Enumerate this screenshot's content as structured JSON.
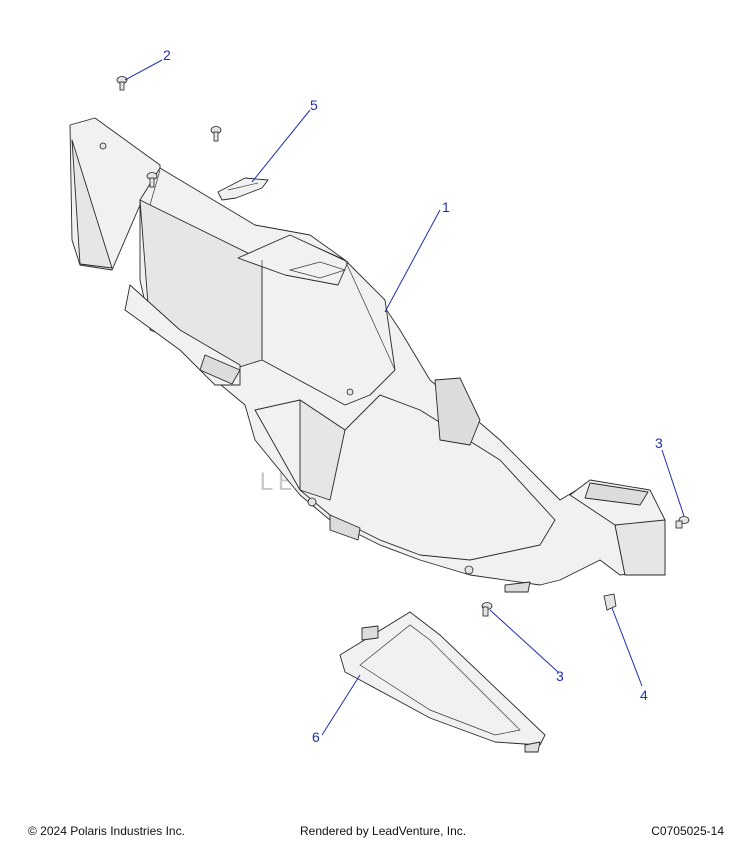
{
  "watermark": "LEADVENTURE",
  "callouts": [
    {
      "id": "1",
      "label": "1"
    },
    {
      "id": "2",
      "label": "2"
    },
    {
      "id": "3a",
      "label": "3"
    },
    {
      "id": "3b",
      "label": "3"
    },
    {
      "id": "4",
      "label": "4"
    },
    {
      "id": "5",
      "label": "5"
    },
    {
      "id": "6",
      "label": "6"
    }
  ],
  "footer": {
    "copyright": "© 2024 Polaris Industries Inc.",
    "rendered_by": "Rendered by LeadVenture, Inc.",
    "diagram_code": "C0705025-14"
  },
  "colors": {
    "callout": "#1f2fb0",
    "line": "#2a2a2a",
    "fill": "#f1f1f1"
  }
}
